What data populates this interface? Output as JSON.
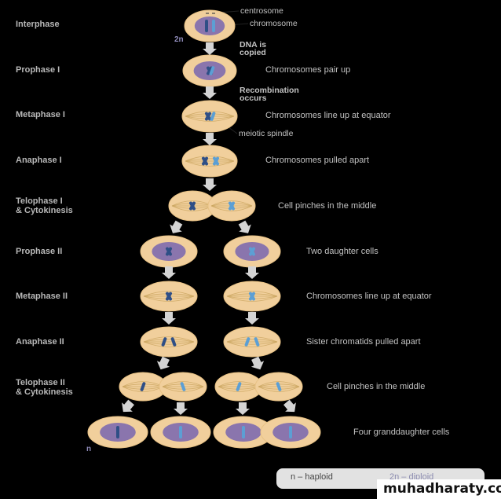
{
  "stages": [
    {
      "label": "Interphase",
      "desc": ""
    },
    {
      "label": "Prophase I",
      "desc": "Chromosomes pair up"
    },
    {
      "label": "Metaphase I",
      "desc": "Chromosomes line up at equator"
    },
    {
      "label": "Anaphase I",
      "desc": "Chromosomes pulled apart"
    },
    {
      "label": "Telophase I",
      "label2": "& Cytokinesis",
      "desc": "Cell pinches in the middle"
    },
    {
      "label": "Prophase II",
      "desc": "Two daughter cells"
    },
    {
      "label": "Metaphase II",
      "desc": "Chromosomes line up at equator"
    },
    {
      "label": "Anaphase II",
      "desc": "Sister chromatids pulled apart"
    },
    {
      "label": "Telophase II",
      "label2": "& Cytokinesis",
      "desc": "Cell pinches in the middle"
    },
    {
      "label": "",
      "desc": "Four granddaughter cells"
    }
  ],
  "callouts": {
    "centrosome": "centrosome",
    "chromosome": "chromosome",
    "dna_copied_1": "DNA is",
    "dna_copied_2": "copied",
    "recombination_1": "Recombination",
    "recombination_2": "occurs",
    "meiotic_spindle": "meiotic spindle"
  },
  "ploidy": {
    "top": "2n",
    "bottom": "n"
  },
  "legend": {
    "haploid": "n  –  haploid",
    "diploid": "2n  –  diploid"
  },
  "watermark": "muhadharaty.com"
}
